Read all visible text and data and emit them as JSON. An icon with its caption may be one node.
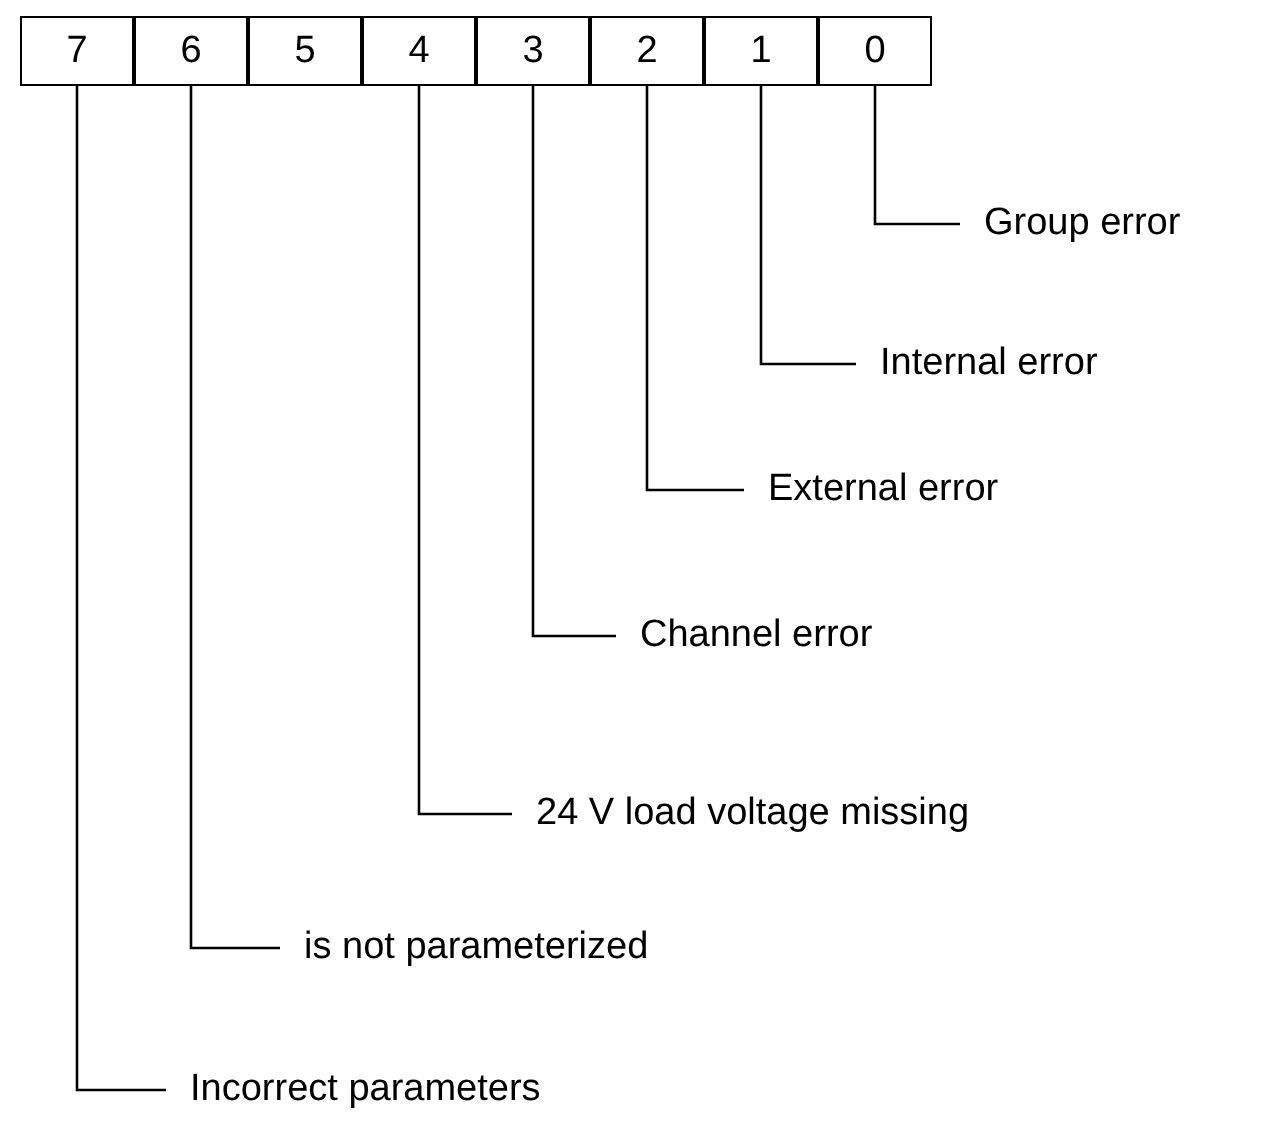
{
  "diagram": {
    "nodes": [
      {
        "text": [
          "7"
        ]
      },
      {
        "text": [
          "6"
        ]
      },
      {
        "text": [
          "5"
        ]
      },
      {
        "text": [
          "4"
        ]
      },
      {
        "text": [
          "3"
        ]
      },
      {
        "text": [
          "2"
        ]
      },
      {
        "text": [
          "1"
        ]
      },
      {
        "text": [
          "0"
        ]
      },
      {
        "text": [
          "Group error"
        ]
      },
      {
        "text": [
          "Internal error"
        ]
      },
      {
        "text": [
          "External error"
        ]
      },
      {
        "text": [
          "Channel error"
        ]
      },
      {
        "text": [
          "24 V load voltage missing"
        ]
      },
      {
        "text": [
          "is not parameterized"
        ]
      },
      {
        "text": [
          "Incorrect parameters"
        ]
      }
    ],
    "edges": [
      {
        "from": 8,
        "to": 7,
        "arrow": "none"
      },
      {
        "from": 9,
        "to": 6,
        "arrow": "none"
      },
      {
        "from": 10,
        "to": 5,
        "arrow": "none"
      },
      {
        "from": 11,
        "to": 4,
        "arrow": "none"
      },
      {
        "from": 12,
        "to": 3,
        "arrow": "none"
      },
      {
        "from": 13,
        "to": 1,
        "arrow": "none"
      },
      {
        "from": 14,
        "to": 0,
        "arrow": "none"
      }
    ]
  }
}
